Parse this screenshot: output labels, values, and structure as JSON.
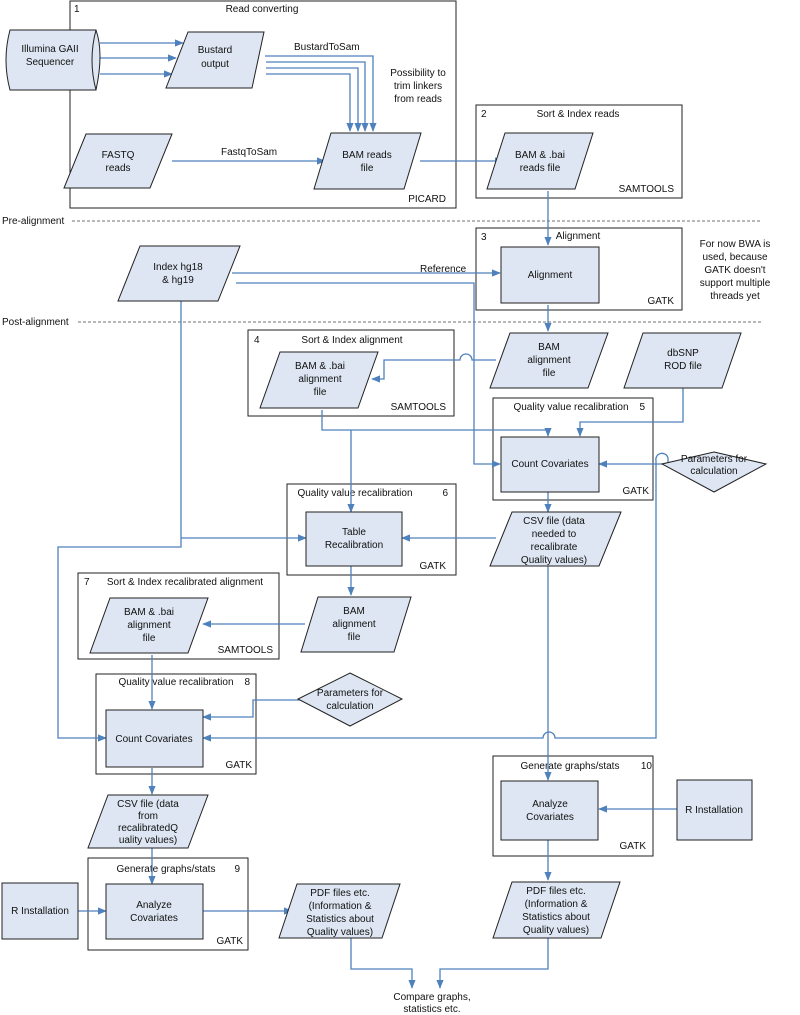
{
  "groups": {
    "g1": {
      "num": "1",
      "title": "Read converting",
      "tool": "PICARD"
    },
    "g2": {
      "num": "2",
      "title": "Sort & Index reads",
      "tool": "SAMTOOLS"
    },
    "g3": {
      "num": "3",
      "title": "Alignment",
      "tool": "GATK"
    },
    "g4": {
      "num": "4",
      "title": "Sort & Index alignment",
      "tool": "SAMTOOLS"
    },
    "g5": {
      "num": "5",
      "title": "Quality value recalibration",
      "tool": "GATK"
    },
    "g6": {
      "num": "6",
      "title": "Quality value recalibration",
      "tool": "GATK"
    },
    "g7": {
      "num": "7",
      "title": "Sort & Index recalibrated alignment",
      "tool": "SAMTOOLS"
    },
    "g8": {
      "num": "8",
      "title": "Quality value recalibration",
      "tool": "GATK"
    },
    "g9": {
      "num": "9",
      "title": "Generate graphs/stats",
      "tool": "GATK"
    },
    "g10": {
      "num": "10",
      "title": "Generate graphs/stats",
      "tool": "GATK"
    }
  },
  "nodes": {
    "illumina": [
      "Illumina GAII",
      "Sequencer"
    ],
    "bustard": [
      "Bustard",
      "output"
    ],
    "fastq": [
      "FASTQ",
      "reads"
    ],
    "bam_reads": [
      "BAM reads",
      "file"
    ],
    "bam_bai_reads": [
      "BAM & .bai",
      "reads file"
    ],
    "index_hg": [
      "Index hg18",
      "& hg19"
    ],
    "alignment": [
      "Alignment"
    ],
    "bam_alignment": [
      "BAM",
      "alignment",
      "file"
    ],
    "dbsnp": [
      "dbSNP",
      "ROD file"
    ],
    "bam_bai_alignment": [
      "BAM & .bai",
      "alignment",
      "file"
    ],
    "count_cov_5": [
      "Count Covariates"
    ],
    "params_5": [
      "Parameters for",
      "calculation"
    ],
    "table_recal": [
      "Table",
      "Recalibration"
    ],
    "csv_5": [
      "CSV file (data",
      "needed to",
      "recalibrate",
      "Quality values)"
    ],
    "bam_bai_recal": [
      "BAM & .bai",
      "alignment",
      "file"
    ],
    "bam_alignment_2": [
      "BAM",
      "alignment",
      "file"
    ],
    "params_8": [
      "Parameters for",
      "calculation"
    ],
    "count_cov_8": [
      "Count Covariates"
    ],
    "csv_8": [
      "CSV file (data",
      "from",
      "recalibratedQ",
      "uality values)"
    ],
    "analyze_9": [
      "Analyze",
      "Covariates"
    ],
    "r_install_9": [
      "R Installation"
    ],
    "pdf_9": [
      "PDF files etc.",
      "(Information &",
      "Statistics about",
      "Quality values)"
    ],
    "analyze_10": [
      "Analyze",
      "Covariates"
    ],
    "r_install_10": [
      "R Installation"
    ],
    "pdf_10": [
      "PDF files etc.",
      "(Information &",
      "Statistics about",
      "Quality values)"
    ]
  },
  "labels": {
    "bustard_to_sam": "BustardToSam",
    "fastq_to_sam": "FastqToSam",
    "trim_note": [
      "Possibility to",
      "trim linkers",
      "from reads"
    ],
    "pre_alignment": "Pre-alignment",
    "post_alignment": "Post-alignment",
    "bwa_note": [
      "For now BWA is",
      "used, because",
      "GATK doesn't",
      "support multiple",
      "threads yet"
    ],
    "reference": "Reference",
    "compare": [
      "Compare graphs,",
      "statistics etc."
    ]
  }
}
